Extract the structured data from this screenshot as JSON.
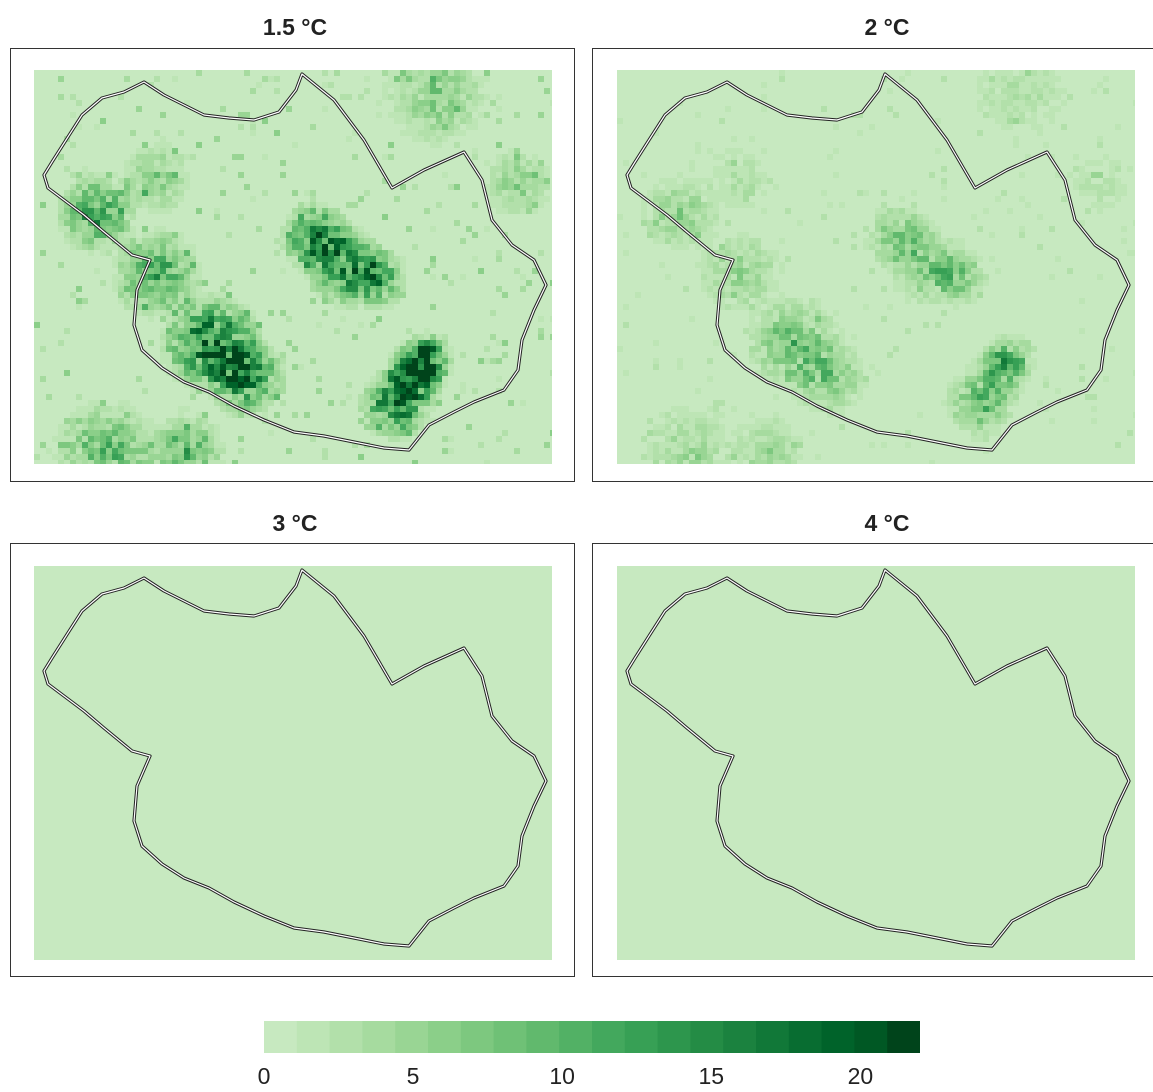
{
  "panels": [
    {
      "title": "1.5 °C",
      "intensity": 1.0
    },
    {
      "title": "2 °C",
      "intensity": 0.45
    },
    {
      "title": "3 °C",
      "intensity": 0.0
    },
    {
      "title": "4 °C",
      "intensity": 0.0
    }
  ],
  "colorbar": {
    "min": 0,
    "max": 22,
    "ticks": [
      "0",
      "5",
      "10",
      "15",
      "20"
    ],
    "tick_values": [
      0,
      5,
      10,
      15,
      20
    ],
    "colors": [
      "#c7e9c0",
      "#bde5b5",
      "#b2e0aa",
      "#a6db9f",
      "#99d594",
      "#8bcf89",
      "#7dc87f",
      "#6fc176",
      "#61b96d",
      "#52b165",
      "#43a85d",
      "#37a055",
      "#2d964d",
      "#248c45",
      "#1b823f",
      "#117838",
      "#086d31",
      "#00632a",
      "#005824",
      "#00441b"
    ]
  }
}
